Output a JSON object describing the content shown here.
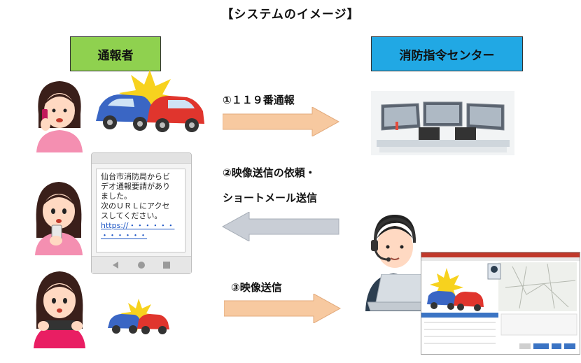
{
  "title": "【システムのイメージ】",
  "reporter_label": "通報者",
  "center_label": "消防指令センター",
  "steps": {
    "step1": "①１１９番通報",
    "step2_line1": "②映像送信の依頼・",
    "step2_line2": "ショートメール送信",
    "step3": "③映像送信"
  },
  "sms": {
    "line1": "仙台市消防局からビ",
    "line2": "デオ通報要請があり",
    "line3": "ました。",
    "line4": "次のＵＲＬにアクセ",
    "line5": "スしてください。",
    "link1": "https://・・・・・・",
    "link2": "・・・・・・"
  },
  "colors": {
    "reporter_box": "#8fd14f",
    "center_box": "#21a8e4",
    "arrow_right": "#f7c9a0",
    "arrow_left": "#c9ced6"
  },
  "icons": [
    "woman-phone-call-icon",
    "car-crash-icon",
    "dispatch-console-icon",
    "woman-smartphone-icon",
    "woman-smartphone-camera-icon",
    "operator-headset-icon",
    "laptop-icon"
  ]
}
